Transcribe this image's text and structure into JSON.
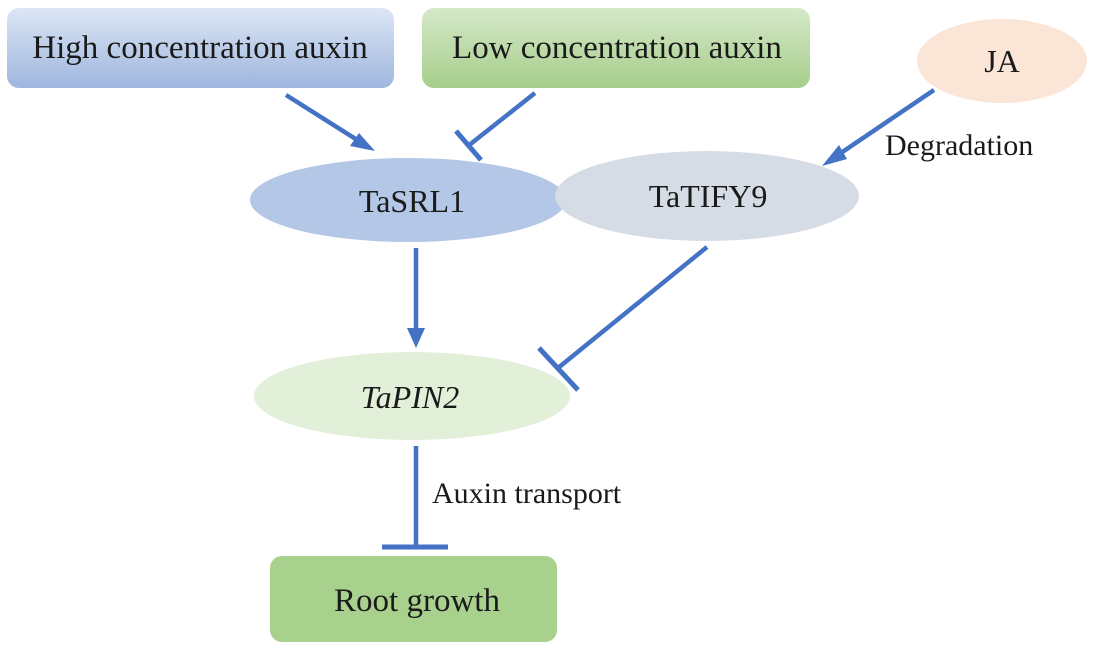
{
  "colors": {
    "arrow": "#4472C4",
    "high_box": "#B4C7E7",
    "low_box": "#A9D18E",
    "ja": "#FBE5D6",
    "tasrl1": "#B4C7E7",
    "tatify9": "#D6DCE5",
    "tapin2": "#E2F0D9",
    "root": "#A9D18E"
  },
  "nodes": {
    "high_auxin": "High concentration auxin",
    "low_auxin": "Low concentration auxin",
    "ja": "JA",
    "tasrl1": "TaSRL1",
    "tatify9": "TaTIFY9",
    "tapin2": "TaPIN2",
    "root_growth": "Root growth"
  },
  "edges": [
    {
      "from": "high_auxin",
      "to": "tasrl1",
      "type": "activation"
    },
    {
      "from": "low_auxin",
      "to": "tasrl1",
      "type": "inhibition"
    },
    {
      "from": "ja",
      "to": "tatify9",
      "type": "activation",
      "label": "Degradation"
    },
    {
      "from": "tasrl1",
      "to": "tapin2",
      "type": "activation"
    },
    {
      "from": "tatify9",
      "to": "tapin2",
      "type": "inhibition"
    },
    {
      "from": "tapin2",
      "to": "root_growth",
      "type": "inhibition",
      "label": "Auxin transport"
    }
  ],
  "labels": {
    "degradation": "Degradation",
    "auxin_transport": "Auxin transport"
  }
}
